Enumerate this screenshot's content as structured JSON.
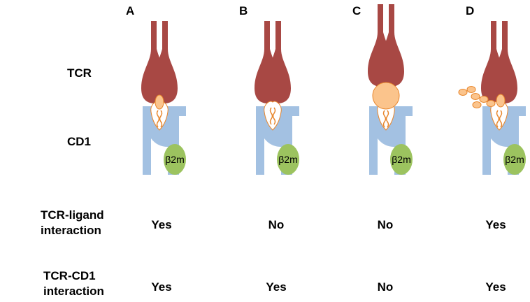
{
  "panels": [
    {
      "letter": "A",
      "ligand_answer": "Yes",
      "cd1_answer": "Yes"
    },
    {
      "letter": "B",
      "ligand_answer": "No",
      "cd1_answer": "Yes"
    },
    {
      "letter": "C",
      "ligand_answer": "No",
      "cd1_answer": "No"
    },
    {
      "letter": "D",
      "ligand_answer": "Yes",
      "cd1_answer": "Yes"
    }
  ],
  "labels": {
    "tcr": "TCR",
    "cd1": "CD1",
    "ligand_row": [
      "TCR-ligand",
      "interaction"
    ],
    "cd1_row": [
      "TCR-CD1",
      "interaction"
    ],
    "b2m": "β2m"
  },
  "colors": {
    "tcr": "#a84844",
    "cd1": "#a3c1e2",
    "b2m": "#9cc35f",
    "ligand": "#fbc48c",
    "ligand_stroke": "#e8862c",
    "lipid_chain": "#e8862c"
  }
}
